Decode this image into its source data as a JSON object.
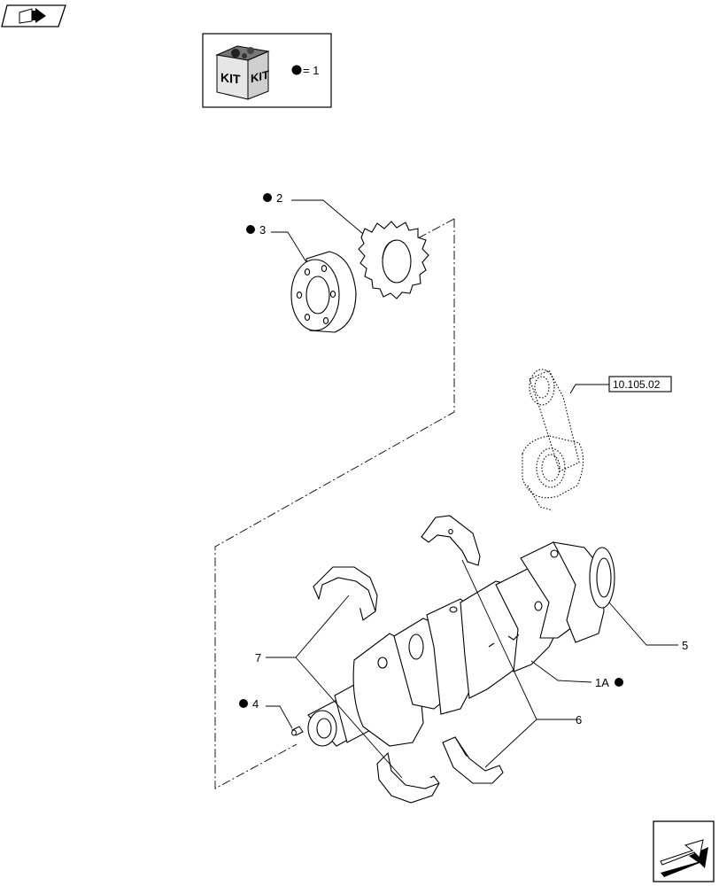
{
  "header": {
    "nav_icon": "book-arrow-icon"
  },
  "kit_box": {
    "kit_text_left": "KIT",
    "kit_text_right": "KIT",
    "legend": "= 1",
    "icon": "kit-box-icon"
  },
  "callouts": {
    "item_1A": "1A",
    "item_2": "2",
    "item_3": "3",
    "item_4": "4",
    "item_5": "5",
    "item_6": "6",
    "item_7": "7"
  },
  "reference": {
    "label": "10.105.02",
    "part": "connecting-rod"
  },
  "footer": {
    "nav_icon": "next-page-arrow-icon"
  }
}
